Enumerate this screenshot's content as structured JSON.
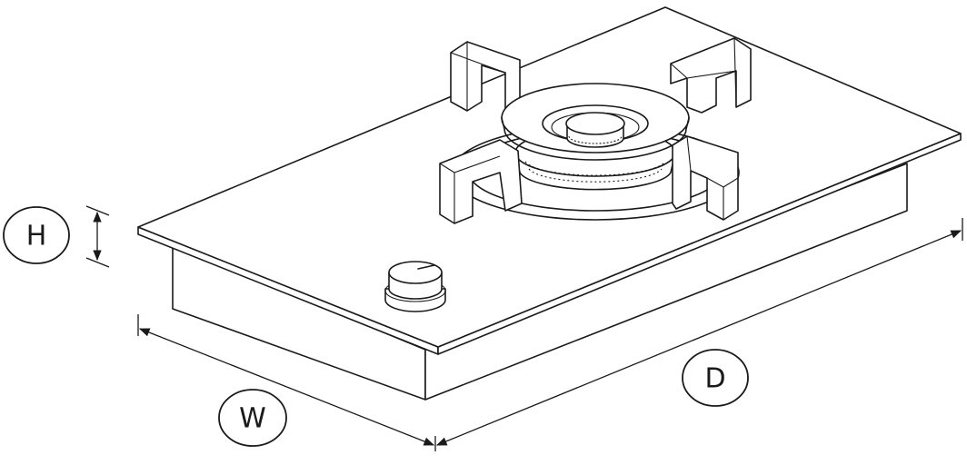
{
  "diagram": {
    "labels": {
      "height": "H",
      "width": "W",
      "depth": "D"
    },
    "line_color": "#1a1a1a",
    "background": "#ffffff"
  }
}
